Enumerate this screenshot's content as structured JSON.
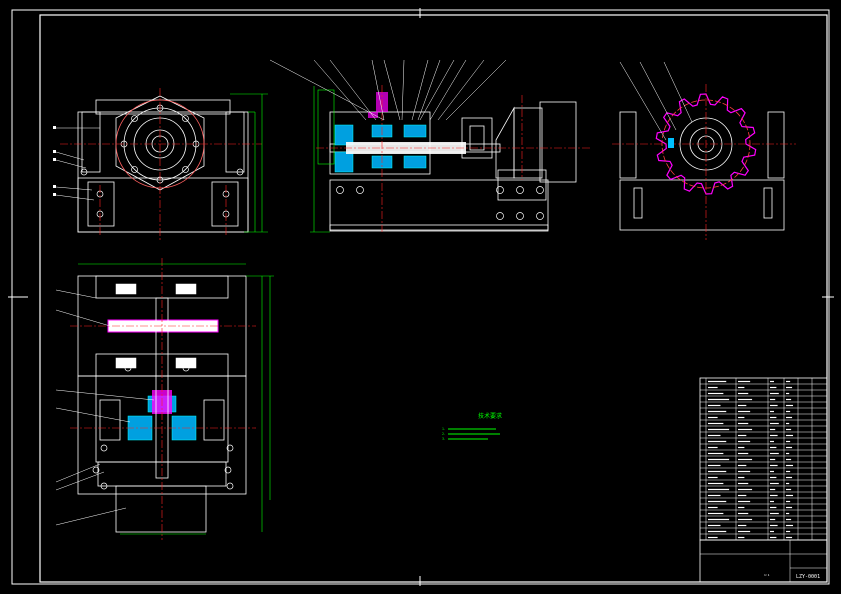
{
  "drawing": {
    "colors": {
      "background": "#000000",
      "outline": "#ffffff",
      "centerline": "#ff0000",
      "dimension": "#00ff00",
      "hatch": "#00c0ff",
      "gear_accent": "#ff00ff",
      "part_fill": "#ffffff"
    },
    "views": [
      "front-view",
      "side-section-view",
      "right-view",
      "top-view"
    ],
    "tech_notes": {
      "title": "技术要求",
      "lines": [
        "1.",
        "2.",
        "3."
      ]
    },
    "title_block": {
      "drawing_number": "LZY-0001",
      "scale_label": "1:1"
    }
  }
}
